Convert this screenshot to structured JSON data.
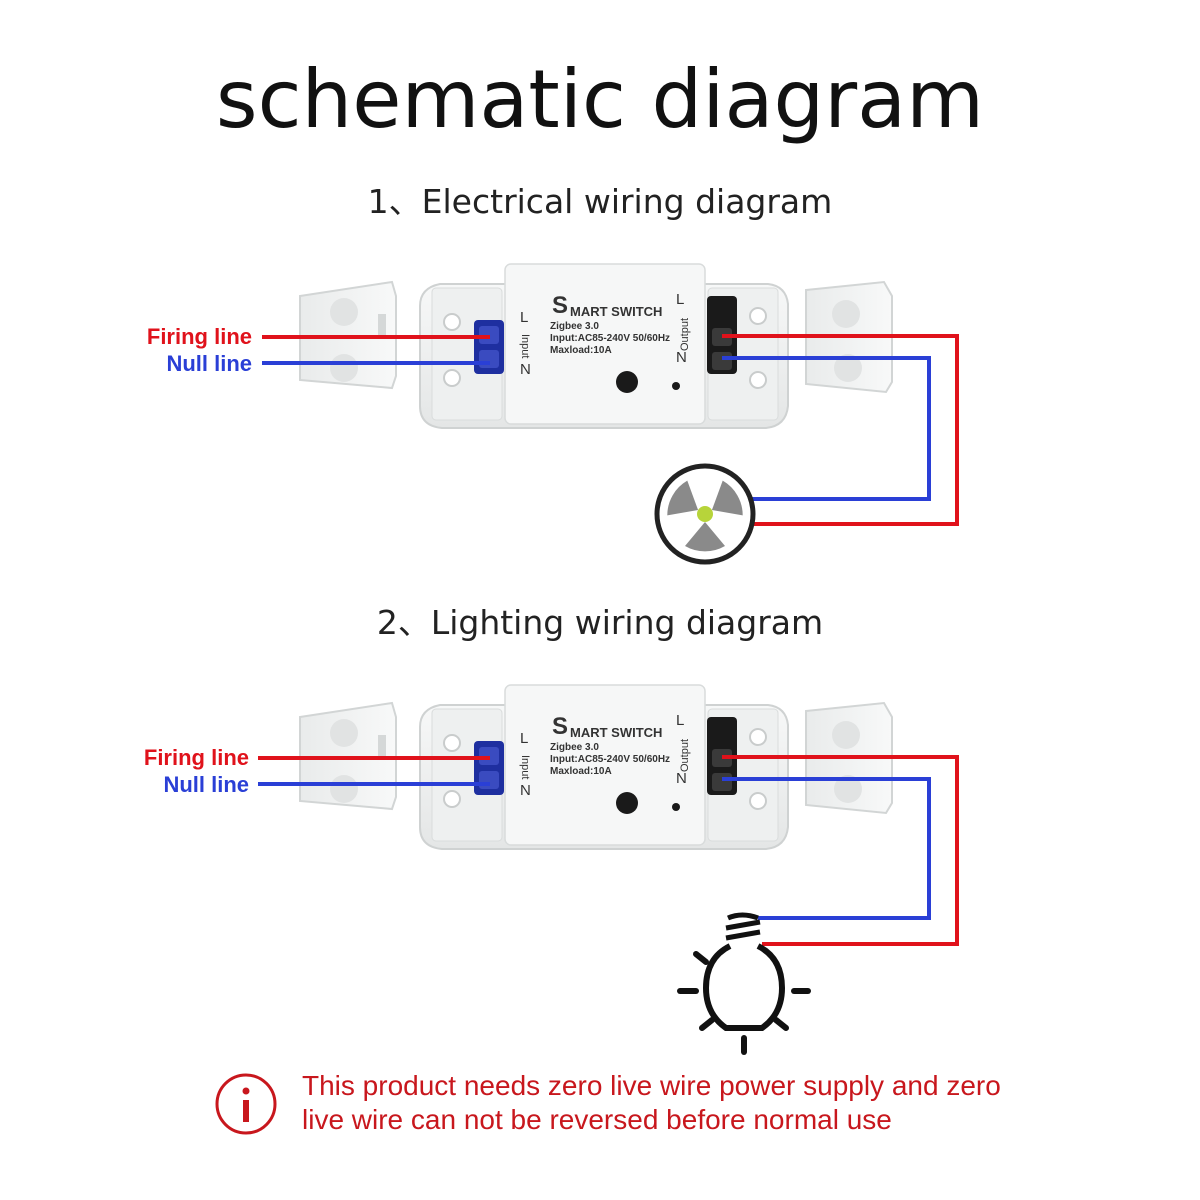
{
  "title": "schematic diagram",
  "sections": [
    {
      "heading": "1、Electrical wiring diagram",
      "firing_label": "Firing line",
      "null_label": "Null line",
      "load": "fan-icon"
    },
    {
      "heading": "2、Lighting wiring diagram",
      "firing_label": "Firing line",
      "null_label": "Null line",
      "load": "bulb-icon"
    }
  ],
  "device": {
    "brand_initial": "S",
    "brand_rest": "MART SWITCH",
    "model": "Zigbee 3.0",
    "input_spec": "Input:AC85-240V 50/60Hz",
    "maxload": "Maxload:10A",
    "input_side": "Input",
    "output_side": "Output",
    "terminal_l": "L",
    "terminal_n": "N"
  },
  "warning": {
    "line1": "This product needs zero live wire power supply and zero",
    "line2": "live wire can not be reversed before normal use"
  },
  "colors": {
    "firing": "#e0121b",
    "null": "#2a3fd6",
    "warning": "#c8171d",
    "device_body": "#f3f4f4"
  }
}
